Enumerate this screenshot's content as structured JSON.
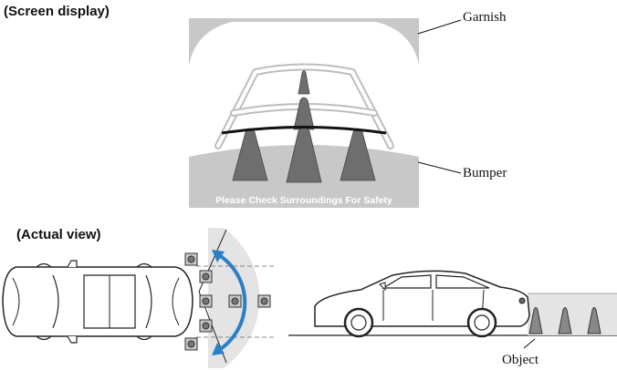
{
  "headings": {
    "screen_display": "(Screen display)",
    "actual_view": "(Actual view)"
  },
  "callouts": {
    "garnish": "Garnish",
    "bumper": "Bumper",
    "object": "Object"
  },
  "screen": {
    "warning_text": "Please Check Surroundings For Safety"
  },
  "colors": {
    "screen_bg": "#ffffff",
    "screen_grey": "#c8c8c8",
    "cone": "#6e6e6e",
    "guide_line": "#ffffff",
    "distance_line": "#111111",
    "sweep_arrow": "#2b7fc9",
    "field_of_view": "#e4e4e4"
  }
}
